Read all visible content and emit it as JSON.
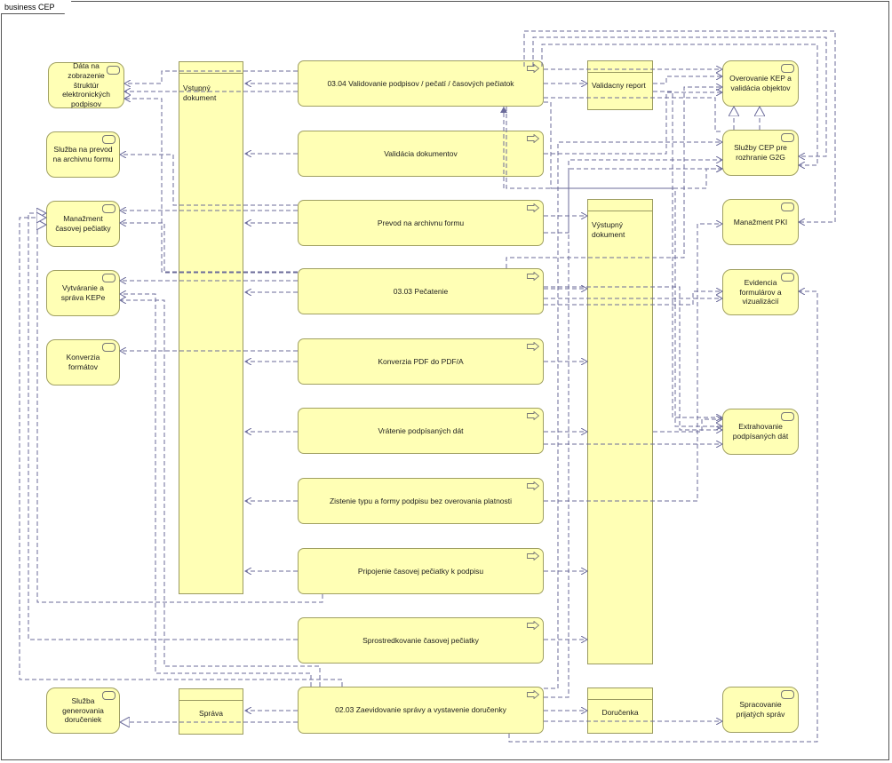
{
  "diagram": {
    "title": "business CEP"
  },
  "left_services": [
    {
      "id": "data-zobrazenie",
      "label": "Dáta na zobrazenie štruktúr elektronických podpisov"
    },
    {
      "id": "sluzba-prevod",
      "label": "Služba na prevod na archivnu formu"
    },
    {
      "id": "manazment-casovej",
      "label": "Manažment časovej pečiatky"
    },
    {
      "id": "vytvaranie-kepe",
      "label": "Vytváranie a správa KEPe"
    },
    {
      "id": "konverzia-formatov",
      "label": "Konverzia formátov"
    },
    {
      "id": "sluzba-dorucenky",
      "label": "Služba generovania doručeniek"
    }
  ],
  "right_services": [
    {
      "id": "overovanie-kep",
      "label": "Overovanie KEP a validácia objektov"
    },
    {
      "id": "sluzby-cep",
      "label": "Služby CEP pre rozhranie G2G"
    },
    {
      "id": "manazment-pki",
      "label": "Manažment PKI"
    },
    {
      "id": "evidencia",
      "label": "Evidencia formulárov a vizualizácií"
    },
    {
      "id": "extrahovanie",
      "label": "Extrahovanie podpísaných dát"
    },
    {
      "id": "spracovanie",
      "label": "Spracovanie prijatých správ"
    }
  ],
  "processes": [
    {
      "id": "p-validovanie",
      "label": "03.04 Validovanie podpisov / pečatí / časových pečiatok"
    },
    {
      "id": "p-validacia",
      "label": "Validácia dokumentov"
    },
    {
      "id": "p-prevod",
      "label": "Prevod na archivnu formu"
    },
    {
      "id": "p-pecatenie",
      "label": "03.03 Pečatenie"
    },
    {
      "id": "p-konverzia",
      "label": "Konverzia PDF do PDF/A"
    },
    {
      "id": "p-vratenie",
      "label": "Vrátenie podpísaných dát"
    },
    {
      "id": "p-zistenie",
      "label": "Zistenie typu a formy podpisu bez overovania platnosti"
    },
    {
      "id": "p-pripojenie",
      "label": "Pripojenie časovej pečiatky k podpisu"
    },
    {
      "id": "p-sprostredkovanie",
      "label": "Sprostredkovanie časovej pečiatky"
    },
    {
      "id": "p-zaevidovanie",
      "label": "02.03 Zaevidovanie správy a vystavenie doručenky"
    }
  ],
  "objects": {
    "vstupny": "Vstupný dokument",
    "validacny": "Validacny report",
    "vystupny": "Výstupný dokument",
    "sprava": "Správa",
    "dorucenka": "Doručenka"
  },
  "colors": {
    "fill": "#ffffb5",
    "border": "#a0a062",
    "connector": "#6b6b9a"
  }
}
